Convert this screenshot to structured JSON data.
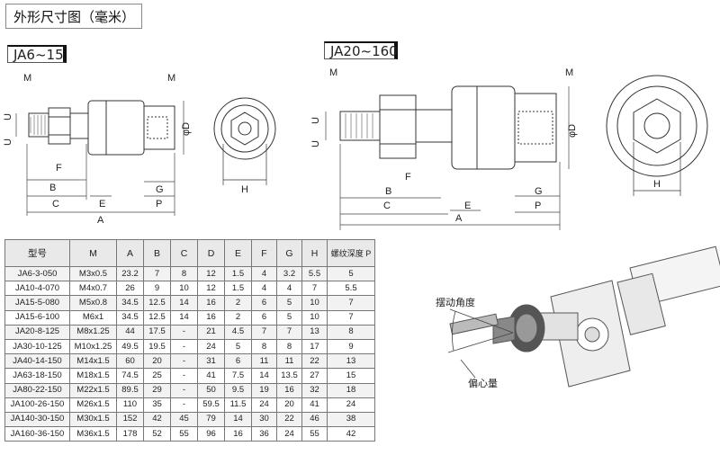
{
  "title": "外形尺寸图（毫米）",
  "drawing_left": {
    "tag": "JA6~15",
    "labels": {
      "M_left": "M",
      "M_right": "M",
      "U_top": "U",
      "U_bottom": "U",
      "F": "F",
      "phiD": "φD",
      "B": "B",
      "C": "C",
      "E": "E",
      "A": "A",
      "G": "G",
      "P": "P",
      "H": "H"
    }
  },
  "drawing_right": {
    "tag": "JA20~160",
    "labels": {
      "M_left": "M",
      "M_right": "M",
      "U_top": "U",
      "U_bottom": "U",
      "F": "F",
      "phiD": "φD",
      "B": "B",
      "C": "C",
      "E": "E",
      "A": "A",
      "G": "G",
      "P": "P",
      "H": "H"
    }
  },
  "table": {
    "headers": [
      "型号",
      "M",
      "A",
      "B",
      "C",
      "D",
      "E",
      "F",
      "G",
      "H",
      "螺纹深度 P"
    ],
    "rows": [
      [
        "JA6-3-050",
        "M3x0.5",
        "23.2",
        "7",
        "8",
        "12",
        "1.5",
        "4",
        "3.2",
        "5.5",
        "5"
      ],
      [
        "JA10-4-070",
        "M4x0.7",
        "26",
        "9",
        "10",
        "12",
        "1.5",
        "4",
        "4",
        "7",
        "5.5"
      ],
      [
        "JA15-5-080",
        "M5x0.8",
        "34.5",
        "12.5",
        "14",
        "16",
        "2",
        "6",
        "5",
        "10",
        "7"
      ],
      [
        "JA15-6-100",
        "M6x1",
        "34.5",
        "12.5",
        "14",
        "16",
        "2",
        "6",
        "5",
        "10",
        "7"
      ],
      [
        "JA20-8-125",
        "M8x1.25",
        "44",
        "17.5",
        "-",
        "21",
        "4.5",
        "7",
        "7",
        "13",
        "8"
      ],
      [
        "JA30-10-125",
        "M10x1.25",
        "49.5",
        "19.5",
        "-",
        "24",
        "5",
        "8",
        "8",
        "17",
        "9"
      ],
      [
        "JA40-14-150",
        "M14x1.5",
        "60",
        "20",
        "-",
        "31",
        "6",
        "11",
        "11",
        "22",
        "13"
      ],
      [
        "JA63-18-150",
        "M18x1.5",
        "74.5",
        "25",
        "-",
        "41",
        "7.5",
        "14",
        "13.5",
        "27",
        "15"
      ],
      [
        "JA80-22-150",
        "M22x1.5",
        "89.5",
        "29",
        "-",
        "50",
        "9.5",
        "19",
        "16",
        "32",
        "18"
      ],
      [
        "JA100-26-150",
        "M26x1.5",
        "110",
        "35",
        "-",
        "59.5",
        "11.5",
        "24",
        "20",
        "41",
        "24"
      ],
      [
        "JA140-30-150",
        "M30x1.5",
        "152",
        "42",
        "45",
        "79",
        "14",
        "30",
        "22",
        "46",
        "38"
      ],
      [
        "JA160-36-150",
        "M36x1.5",
        "178",
        "52",
        "55",
        "96",
        "16",
        "36",
        "24",
        "55",
        "42"
      ]
    ]
  },
  "illustration": {
    "swing_label": "摆动角度",
    "eccentric_label": "偏心量"
  }
}
